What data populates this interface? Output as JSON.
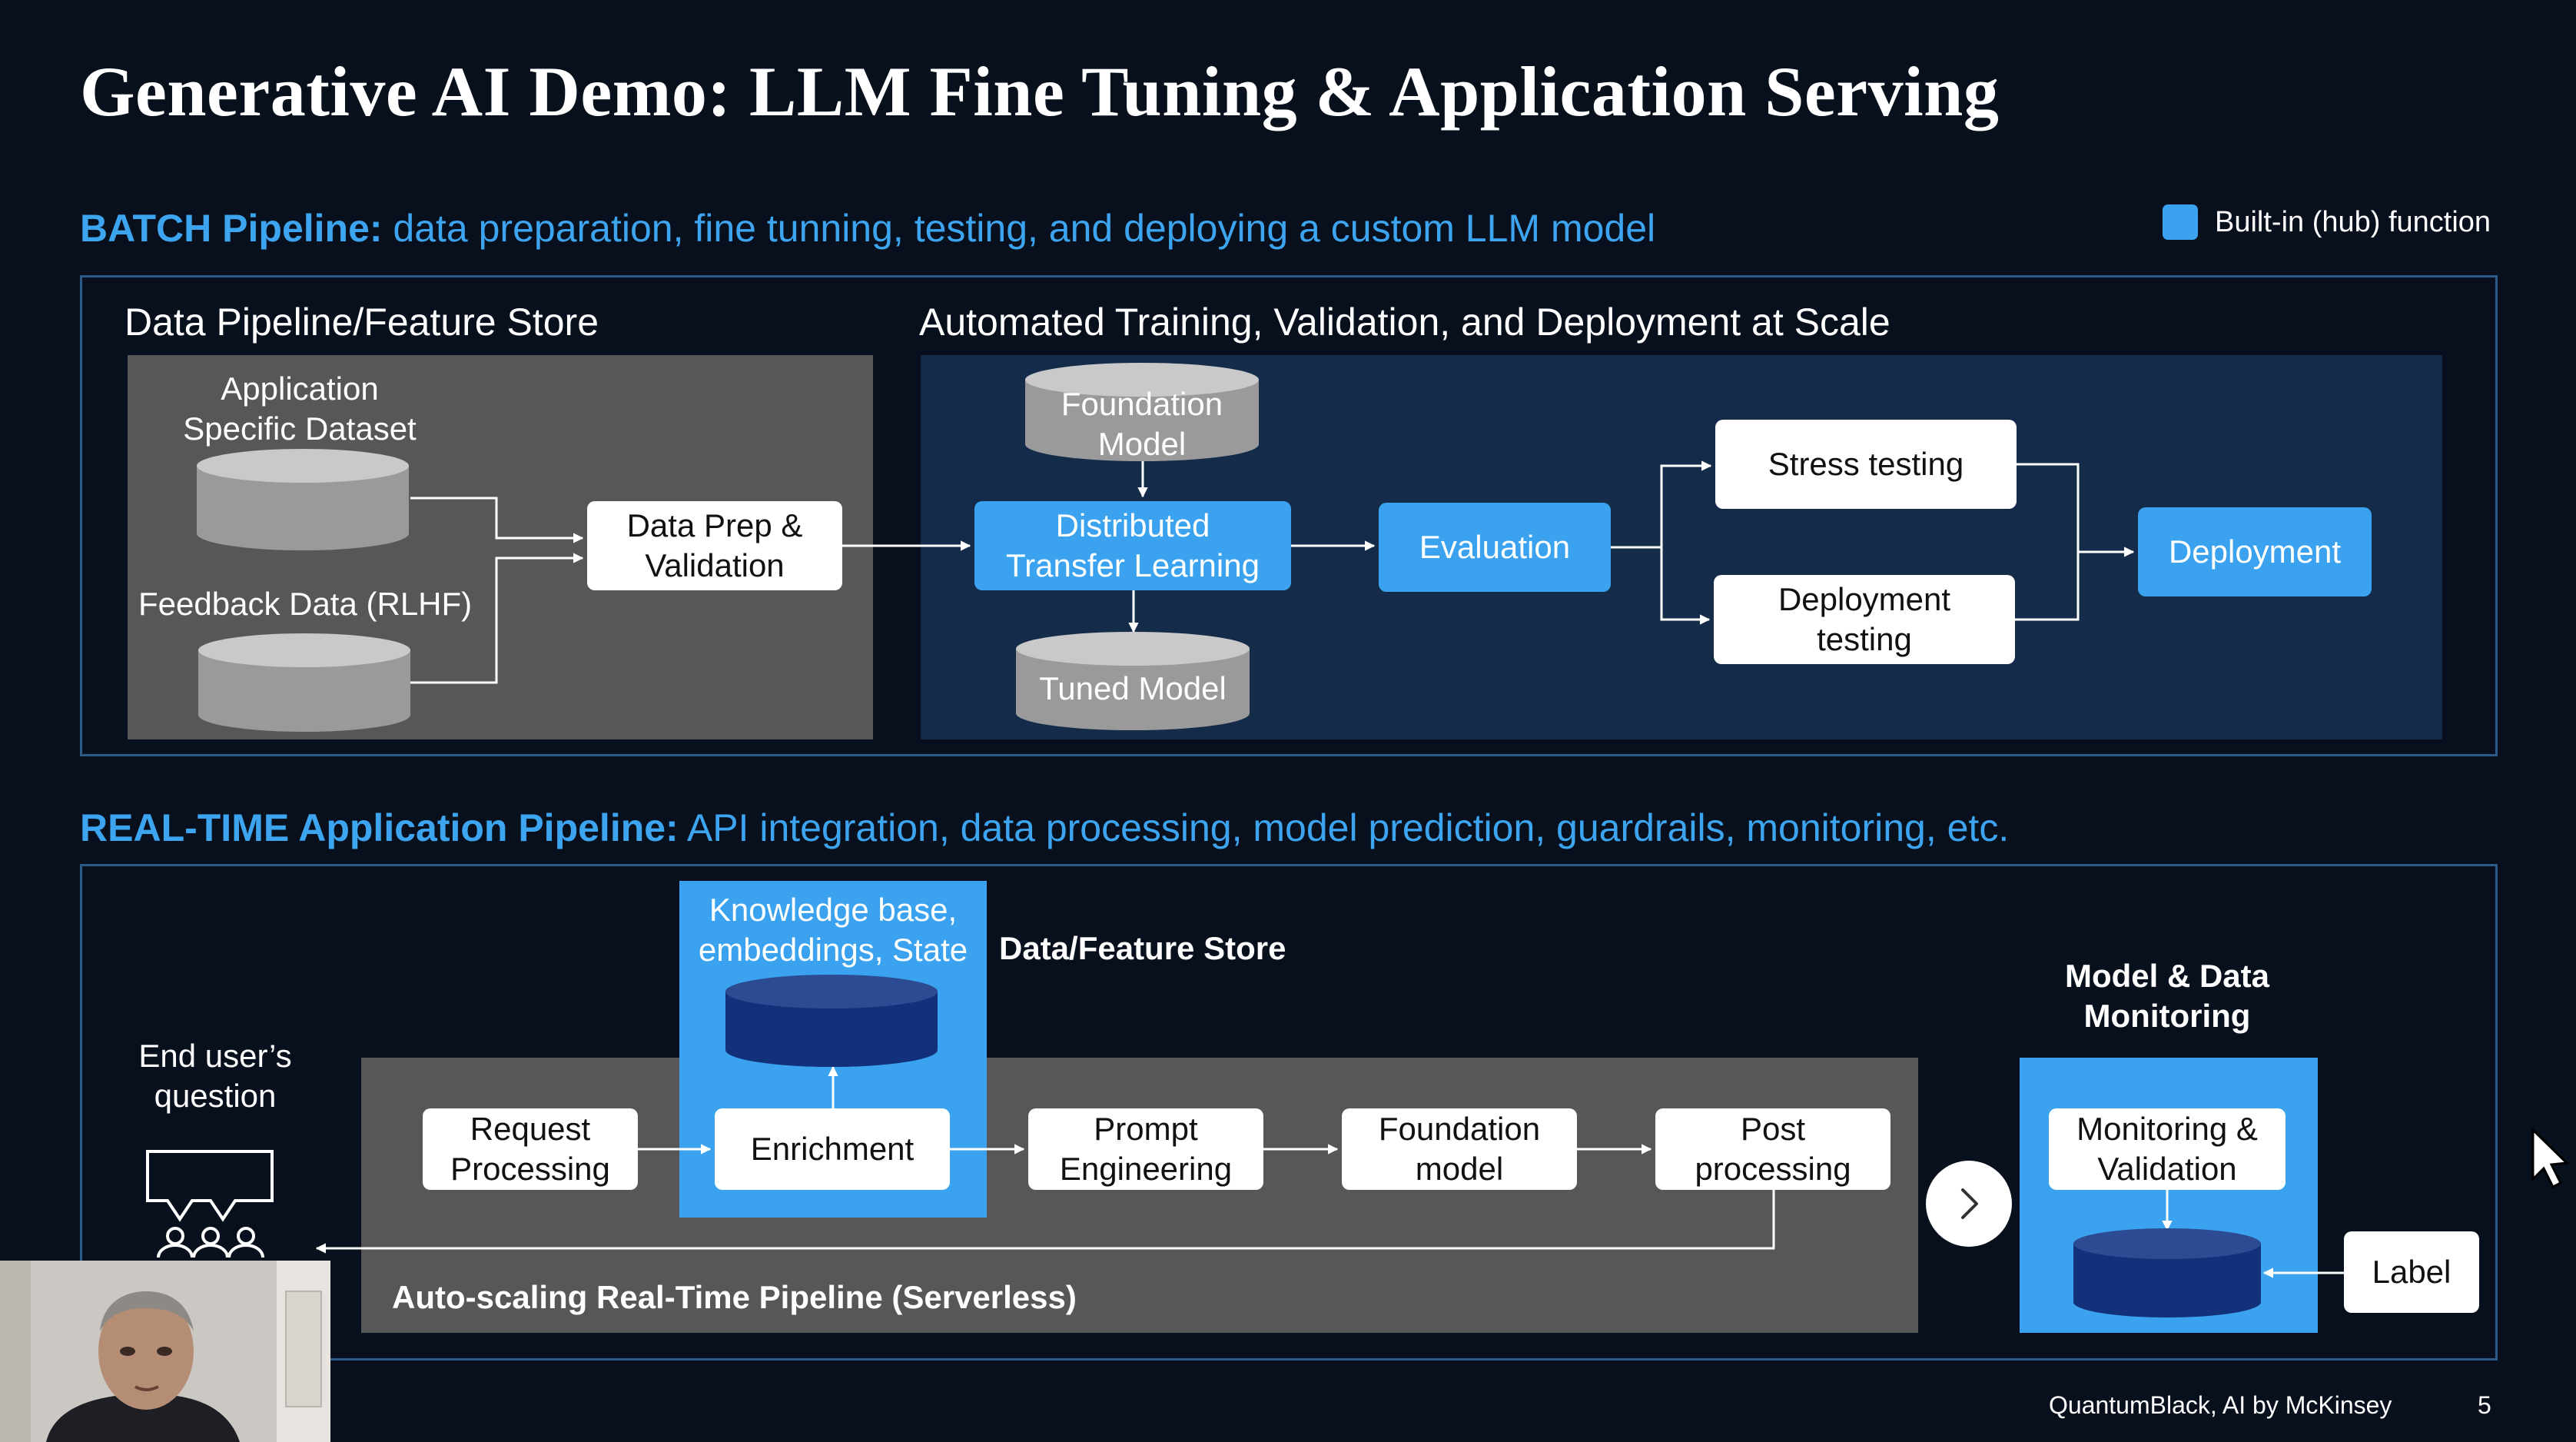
{
  "title": "Generative AI Demo: LLM Fine Tuning & Application Serving",
  "legend": {
    "label": "Built-in (hub) function",
    "color": "#3aa2ee"
  },
  "batch": {
    "heading_bold": "BATCH Pipeline:",
    "heading_rest": " data preparation, fine tunning, testing, and deploying a custom LLM model",
    "left_panel_title": "Data Pipeline/Feature Store",
    "right_panel_title": "Automated Training, Validation, and Deployment at Scale",
    "app_dataset": "Application\nSpecific Dataset",
    "feedback_data": "Feedback Data (RLHF)",
    "data_prep": "Data Prep &\nValidation",
    "foundation_model": "Foundation\nModel",
    "distributed": "Distributed\nTransfer Learning",
    "tuned_model": "Tuned Model",
    "evaluation": "Evaluation",
    "stress_testing": "Stress testing",
    "deployment_testing": "Deployment\ntesting",
    "deployment": "Deployment"
  },
  "realtime": {
    "heading_bold": "REAL-TIME Application Pipeline:",
    "heading_rest": " API integration, data processing, model prediction, guardrails, monitoring, etc.",
    "knowledge_base": "Knowledge base,\nembeddings, State",
    "data_feature_store": "Data/Feature Store",
    "model_monitoring_title": "Model & Data\nMonitoring",
    "end_user_question": "End user’s\nquestion",
    "request_processing": "Request\nProcessing",
    "enrichment": "Enrichment",
    "prompt_engineering": "Prompt\nEngineering",
    "foundation_model": "Foundation\nmodel",
    "post_processing": "Post\nprocessing",
    "monitoring_validation": "Monitoring &\nValidation",
    "label": "Label",
    "autoscaling": "Auto-scaling Real-Time Pipeline (Serverless)"
  },
  "footer": {
    "brand": "QuantumBlack, AI by McKinsey",
    "page": "5"
  },
  "colors": {
    "accent_blue": "#3aa2ee",
    "heading_blue": "#3da4f0",
    "navy_db": "#13307a",
    "grey_db": "#9a9a9a"
  }
}
